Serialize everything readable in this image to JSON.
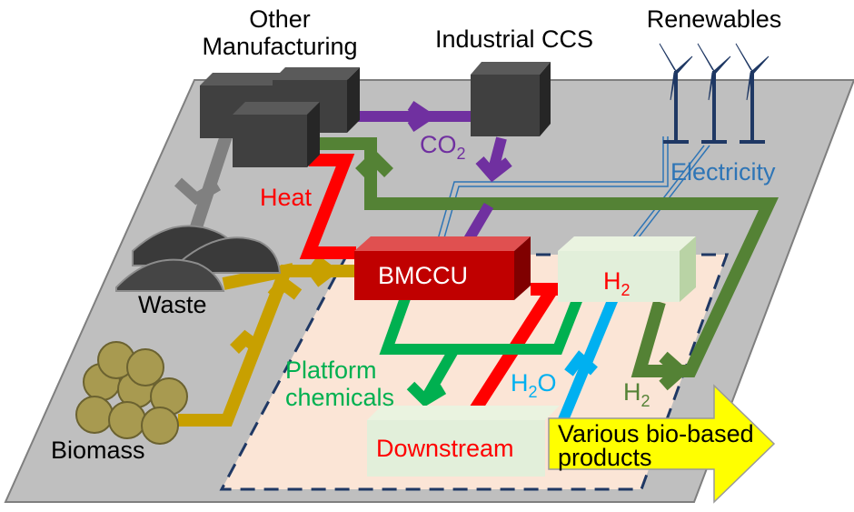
{
  "labels": {
    "other_manufacturing_1": "Other",
    "other_manufacturing_2": "Manufacturing",
    "industrial_ccs": "Industrial CCS",
    "renewables": "Renewables",
    "co2_main": "CO",
    "co2_sub": "2",
    "electricity": "Electricity",
    "heat": "Heat",
    "waste": "Waste",
    "bmccu": "BMCCU",
    "h2_box_main": "H",
    "h2_box_sub": "2",
    "platform_1": "Platform",
    "platform_2": "chemicals",
    "h2o_main": "H",
    "h2o_sub": "2",
    "h2o_tail": "O",
    "h2_out_main": "H",
    "h2_out_sub": "2",
    "biomass": "Biomass",
    "downstream": "Downstream",
    "products_1": "Various bio-based",
    "products_2": "products"
  },
  "colors": {
    "platform": "#bfbfbf",
    "building": "#404040",
    "co2": "#7030a0",
    "heat": "#ff0000",
    "hydrogen": "#548235",
    "platform_chem": "#00b050",
    "biomass": "#c8a000",
    "electricity": "#2e75b6",
    "water": "#00b0f0",
    "bmccu": "#c00000",
    "turbine": "#1f3864",
    "arrow": "#ffff00"
  },
  "icons": {
    "turbine": "wind-turbine-icon",
    "factory": "factory-block-icon",
    "waste": "waste-mound-icon",
    "biomass": "biomass-logs-icon"
  }
}
